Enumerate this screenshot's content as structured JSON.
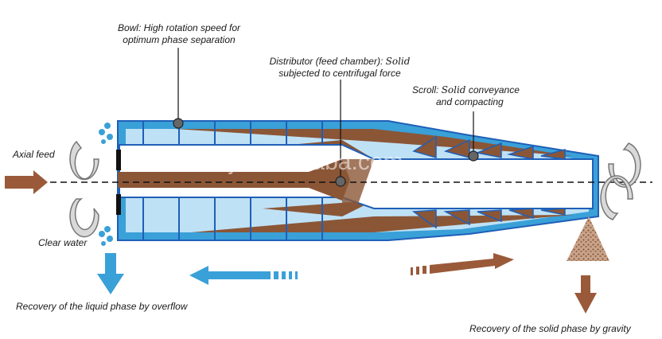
{
  "labels": {
    "bowl_line1": "Bowl: High rotation speed for",
    "bowl_line2": "optimum phase separation",
    "distributor_prefix": "Distributor (feed chamber):",
    "distributor_solid": "Solid",
    "distributor_line2": "subjected to centrifugal force",
    "scroll_prefix": "Scroll:",
    "scroll_solid": "Solid",
    "scroll_suffix": "conveyance",
    "scroll_line2": "and compacting",
    "axial_feed": "Axial feed",
    "clear_water": "Clear water",
    "liquid_recovery": "Recovery of the liquid phase by overflow",
    "solid_recovery": "Recovery of the solid phase by gravity"
  },
  "watermark": "xtxlxj.en.alibaba.com",
  "colors": {
    "liquid_blue": "#3aa0d8",
    "pale_blue": "#9fd0ee",
    "outline_blue": "#1f5fb8",
    "solid_brown": "#8b5636",
    "gray_arrow": "#9a9a9a"
  },
  "icons": [
    "rotation-arrow-icon",
    "splash-icon",
    "flow-arrow-icon"
  ]
}
